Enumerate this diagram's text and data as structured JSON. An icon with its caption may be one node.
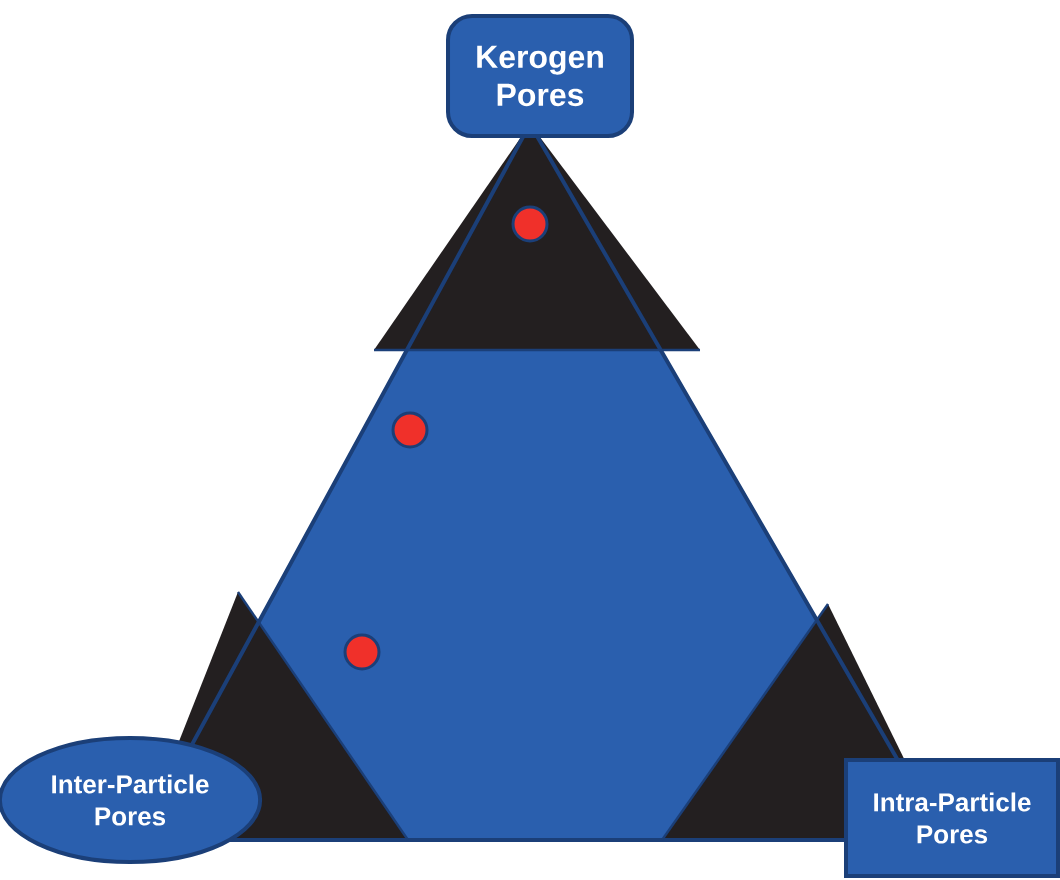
{
  "diagram": {
    "nodes": [
      {
        "text": [
          "Kerogen Pores"
        ]
      },
      {
        "text": [
          "Inter-Particle Pores"
        ]
      },
      {
        "text": [
          "Intra-Particle Pores"
        ]
      }
    ]
  }
}
